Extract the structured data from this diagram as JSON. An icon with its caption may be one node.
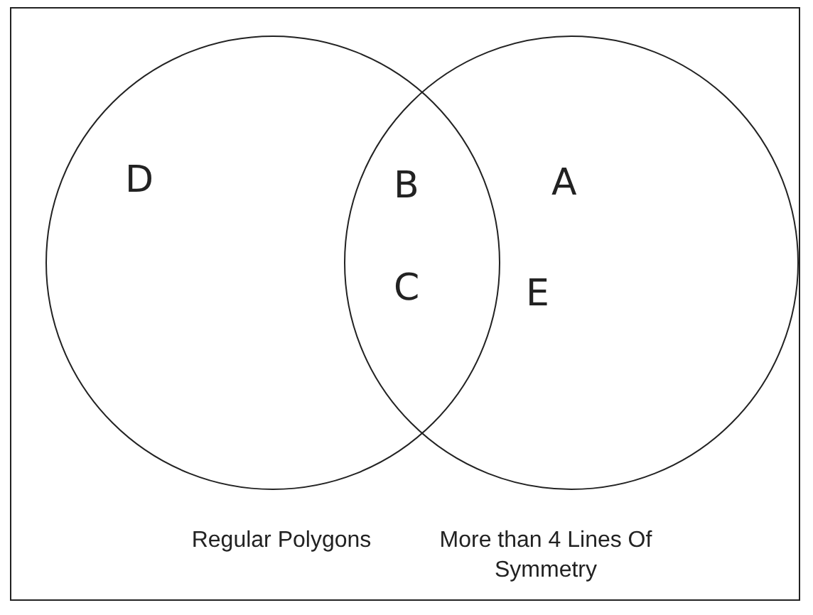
{
  "diagram": {
    "nodes": [
      {
        "text": [
          "Regular Polygons"
        ]
      },
      {
        "text": [
          "More than 4 Lines Of Symmetry"
        ]
      }
    ],
    "labels": [
      "D",
      "B",
      "A",
      "C",
      "E"
    ]
  }
}
